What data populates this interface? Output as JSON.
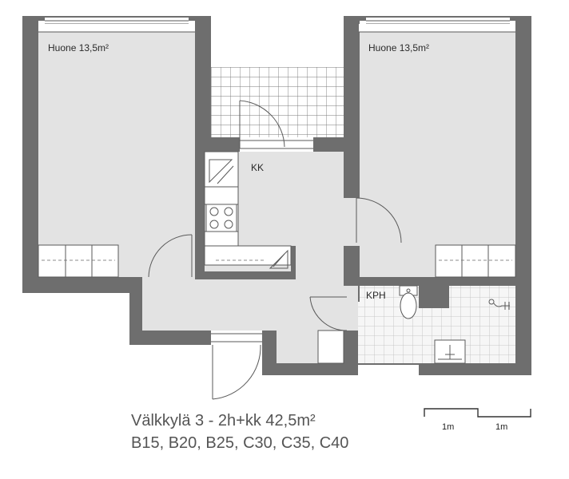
{
  "rooms": {
    "left_bedroom": "Huone 13,5m²",
    "right_bedroom": "Huone 13,5m²",
    "kitchen": "KK",
    "bathroom": "KPH"
  },
  "title": {
    "line1": "Välkkylä 3 - 2h+kk 42,5m²",
    "line2": "B15, B20, B25, C30, C35, C40"
  },
  "scale": {
    "label1": "1m",
    "label2": "1m"
  }
}
